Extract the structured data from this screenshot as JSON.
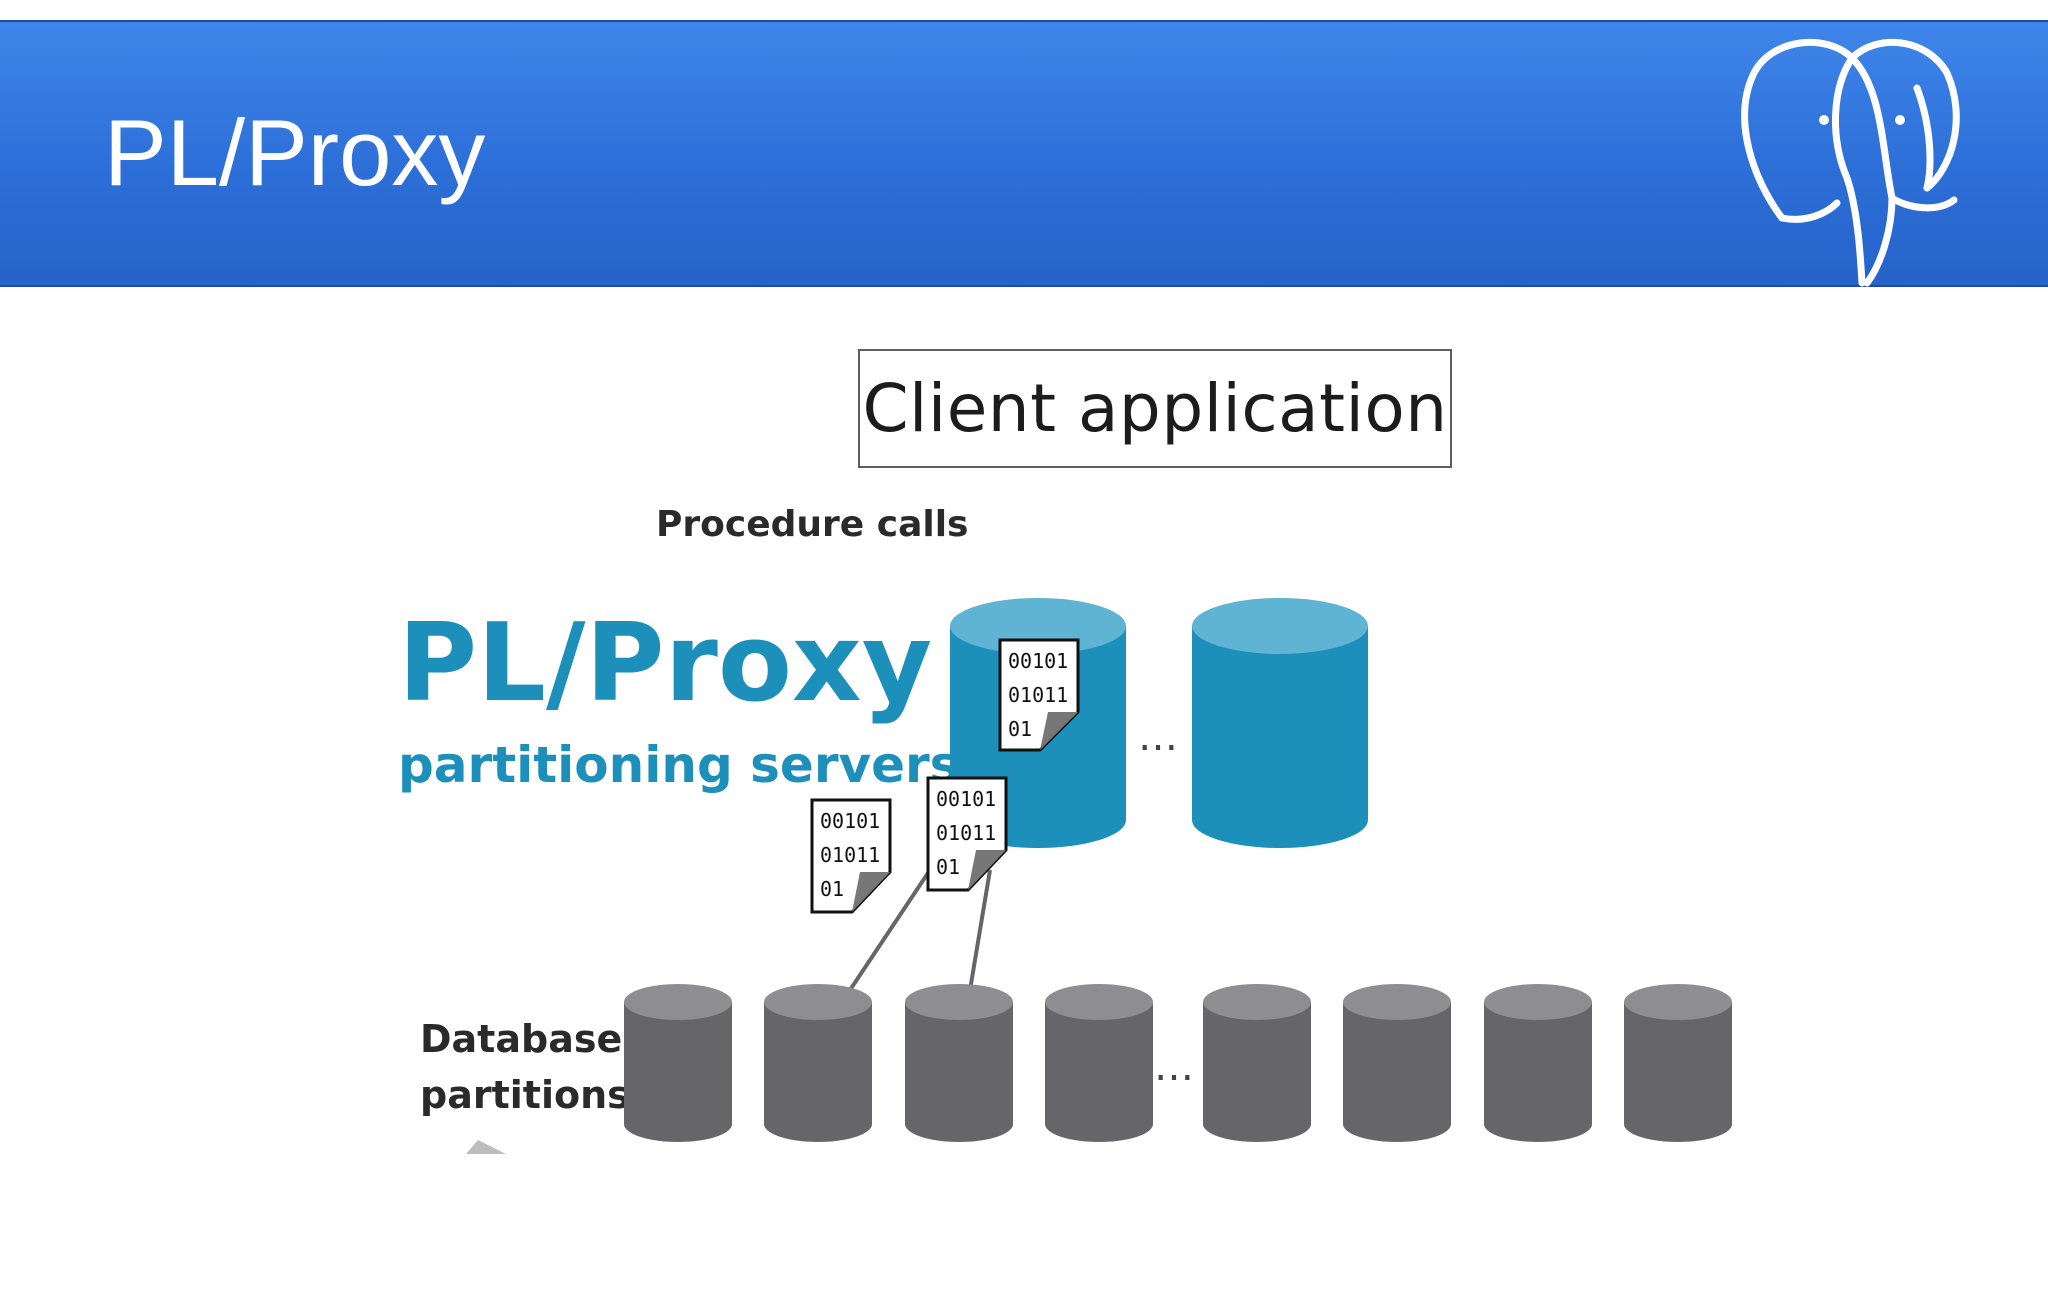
{
  "header": {
    "title": "PL/Proxy",
    "logo_icon": "postgresql-elephant-icon",
    "background": "#3a7ee6"
  },
  "diagram": {
    "client_label": "Client application",
    "calls_label": "Procedure calls",
    "proxy_title": "PL/Proxy",
    "proxy_subtitle": "partitioning servers",
    "partitions_label_line1": "Database",
    "partitions_label_line2": "partitions",
    "ellipsis": "…",
    "binary_doc": [
      "00101",
      "01011",
      "01"
    ],
    "proxy_color": "#1c8fbb",
    "proxy_top_color": "#5fb3d3",
    "partition_color": "#666568",
    "partition_top_color": "#8e8d90"
  }
}
